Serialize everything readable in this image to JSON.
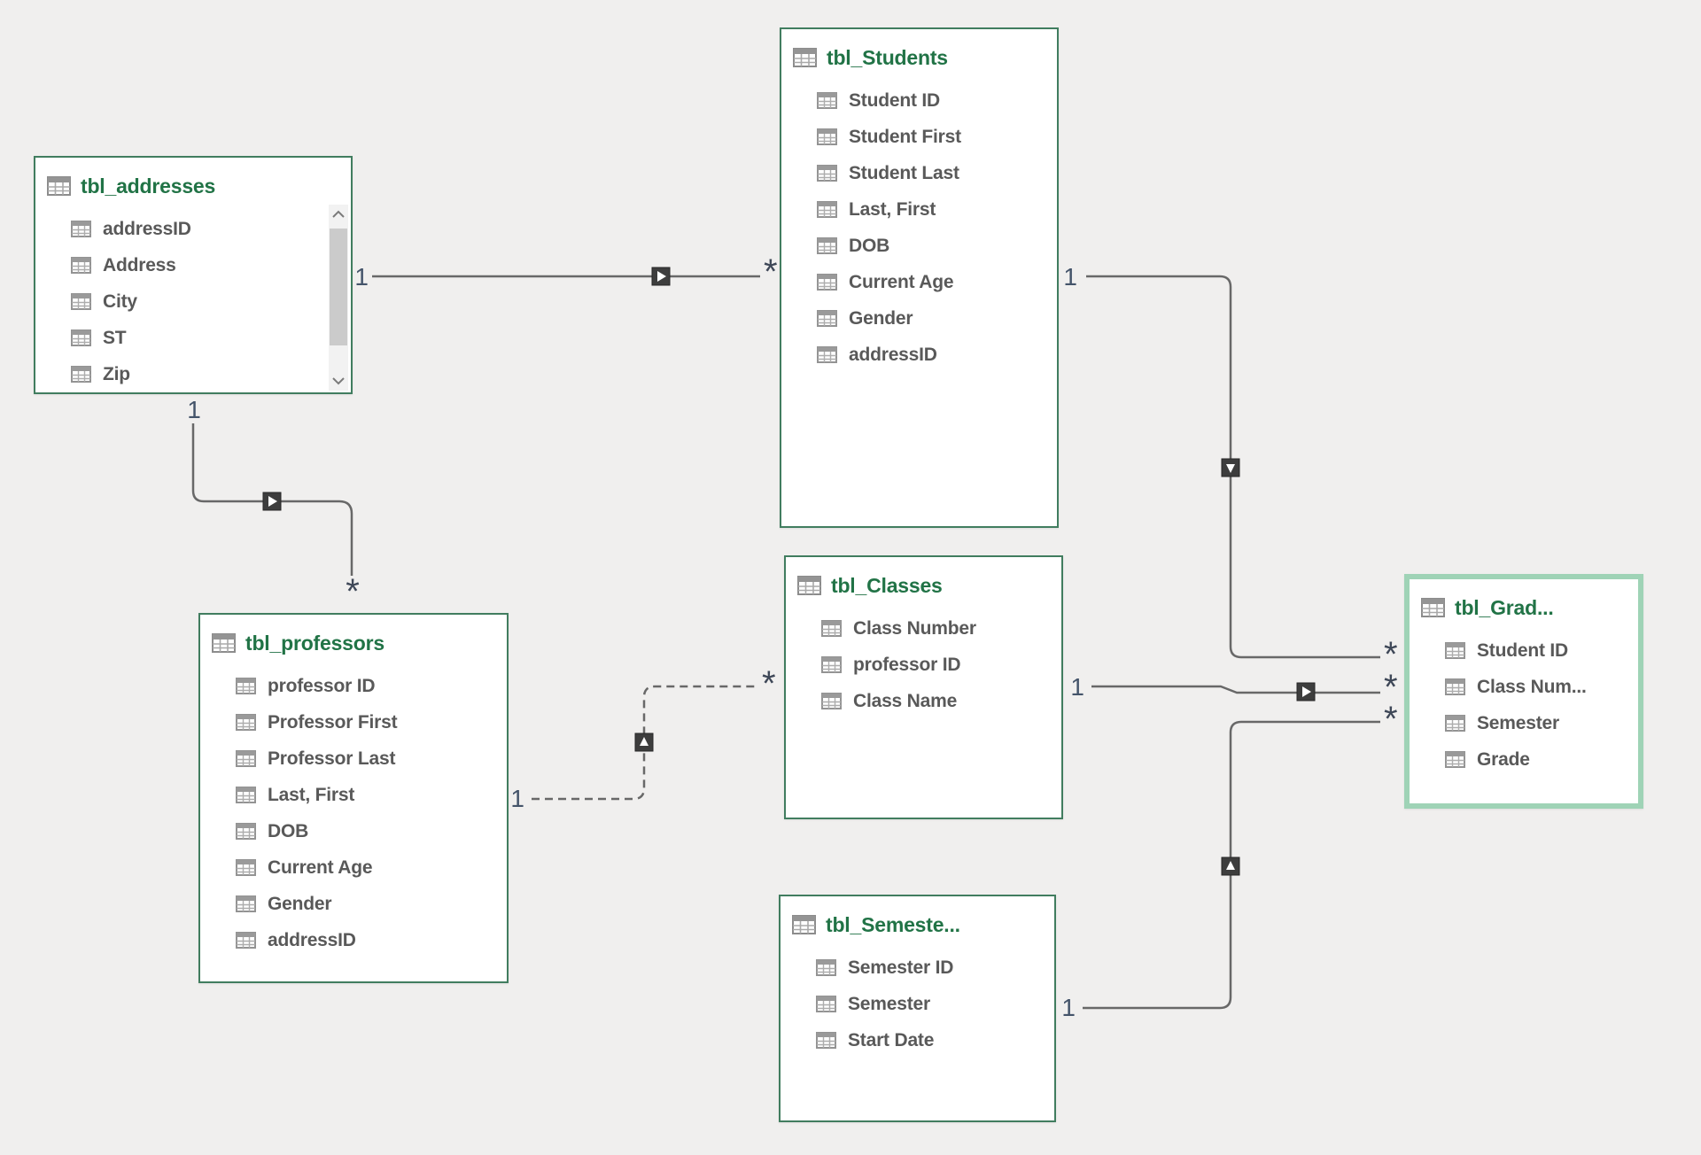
{
  "canvas": {
    "background_color": "#f0efee"
  },
  "colors": {
    "table_border": "#417d5f",
    "selected_table_border": "#9fd3b6",
    "header_text_green": "#217346",
    "field_text": "#595959",
    "relationship_line": "#686868",
    "cardinality_label": "#44546a",
    "arrow_box_fill": "#3d3d3d"
  },
  "tables": [
    {
      "id": "addresses",
      "title": "tbl_addresses",
      "selected": false,
      "has_scrollbar": true,
      "fields": [
        "addressID",
        "Address",
        "City",
        "ST",
        "Zip"
      ]
    },
    {
      "id": "students",
      "title": "tbl_Students",
      "selected": false,
      "has_scrollbar": false,
      "fields": [
        "Student ID",
        "Student First",
        "Student Last",
        "Last, First",
        "DOB",
        "Current Age",
        "Gender",
        "addressID"
      ]
    },
    {
      "id": "professors",
      "title": "tbl_professors",
      "selected": false,
      "has_scrollbar": false,
      "fields": [
        "professor ID",
        "Professor First",
        "Professor Last",
        "Last, First",
        "DOB",
        "Current Age",
        "Gender",
        "addressID"
      ]
    },
    {
      "id": "classes",
      "title": "tbl_Classes",
      "selected": false,
      "has_scrollbar": false,
      "fields": [
        "Class Number",
        "professor ID",
        "Class Name"
      ]
    },
    {
      "id": "semesters",
      "title": "tbl_Semeste...",
      "selected": false,
      "has_scrollbar": false,
      "fields": [
        "Semester ID",
        "Semester",
        "Start Date"
      ]
    },
    {
      "id": "grades",
      "title": "tbl_Grad...",
      "selected": true,
      "has_scrollbar": false,
      "fields": [
        "Student ID",
        "Class Num...",
        "Semester",
        "Grade"
      ]
    }
  ],
  "relationships": [
    {
      "id": "addresses-students",
      "from": "tbl_addresses",
      "to": "tbl_Students",
      "one_label": "1",
      "many_label": "*",
      "line_style": "solid",
      "arrow_direction": "right"
    },
    {
      "id": "addresses-professors",
      "from": "tbl_addresses",
      "to": "tbl_professors",
      "one_label": "1",
      "many_label": "*",
      "line_style": "solid",
      "arrow_direction": "right"
    },
    {
      "id": "professors-classes",
      "from": "tbl_professors",
      "to": "tbl_Classes",
      "one_label": "1",
      "many_label": "*",
      "line_style": "dashed",
      "arrow_direction": "up"
    },
    {
      "id": "students-grades",
      "from": "tbl_Students",
      "to": "tbl_Grad...",
      "one_label": "1",
      "many_label": "*",
      "line_style": "solid",
      "arrow_direction": "down"
    },
    {
      "id": "classes-grades",
      "from": "tbl_Classes",
      "to": "tbl_Grad...",
      "one_label": "1",
      "many_label": "*",
      "line_style": "solid",
      "arrow_direction": "right"
    },
    {
      "id": "semesters-grades",
      "from": "tbl_Semeste...",
      "to": "tbl_Grad...",
      "one_label": "1",
      "many_label": "*",
      "line_style": "solid",
      "arrow_direction": "up"
    }
  ]
}
